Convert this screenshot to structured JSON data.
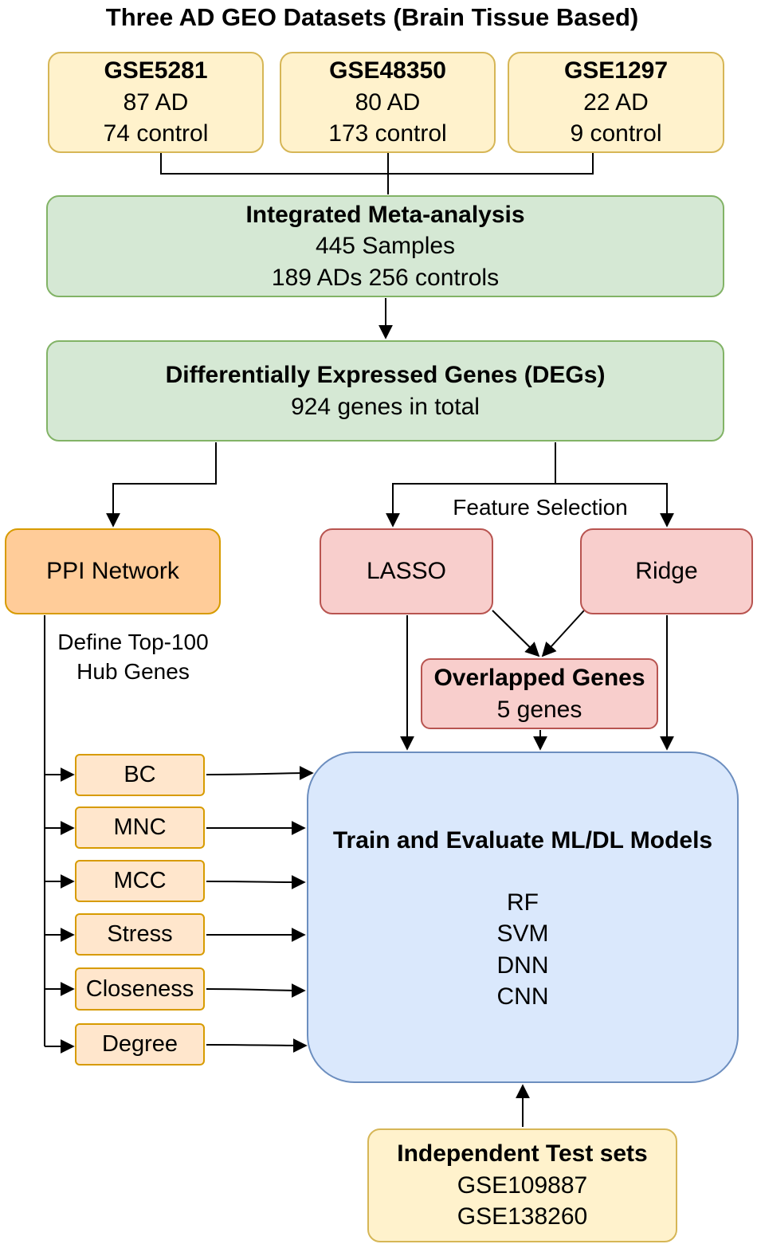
{
  "title": "Three AD GEO Datasets (Brain Tissue Based)",
  "datasets": [
    {
      "name": "GSE5281",
      "ad": "87 AD",
      "control": "74 control"
    },
    {
      "name": "GSE48350",
      "ad": "80 AD",
      "control": "173 control"
    },
    {
      "name": "GSE1297",
      "ad": "22 AD",
      "control": "9 control"
    }
  ],
  "meta": {
    "title": "Integrated Meta-analysis",
    "samples": "445 Samples",
    "split": "189 ADs 256 controls"
  },
  "degs": {
    "title": "Differentially Expressed Genes (DEGs)",
    "total": "924 genes in total"
  },
  "ppi": {
    "label": "PPI Network",
    "note_line1": "Define Top-100",
    "note_line2": "Hub Genes"
  },
  "feature_selection": {
    "label": "Feature Selection",
    "lasso": "LASSO",
    "ridge": "Ridge"
  },
  "overlap": {
    "title": "Overlapped Genes",
    "count": "5 genes"
  },
  "hub_methods": [
    "BC",
    "MNC",
    "MCC",
    "Stress",
    "Closeness",
    "Degree"
  ],
  "models": {
    "title": "Train and Evaluate ML/DL Models",
    "list": [
      "RF",
      "SVM",
      "DNN",
      "CNN"
    ]
  },
  "test_sets": {
    "title": "Independent Test sets",
    "sets": [
      "GSE109887",
      "GSE138260"
    ]
  },
  "colors": {
    "yellow_fill": "#fff2cc",
    "yellow_stroke": "#d6b656",
    "green_fill": "#d5e8d4",
    "green_stroke": "#82b366",
    "orange_fill": "#ffcc99",
    "light_orange_fill": "#ffe6cc",
    "orange_stroke": "#d79b00",
    "pink_fill": "#f8cecc",
    "pink_stroke": "#b85450",
    "blue_fill": "#dae8fc",
    "blue_stroke": "#6c8ebf"
  }
}
